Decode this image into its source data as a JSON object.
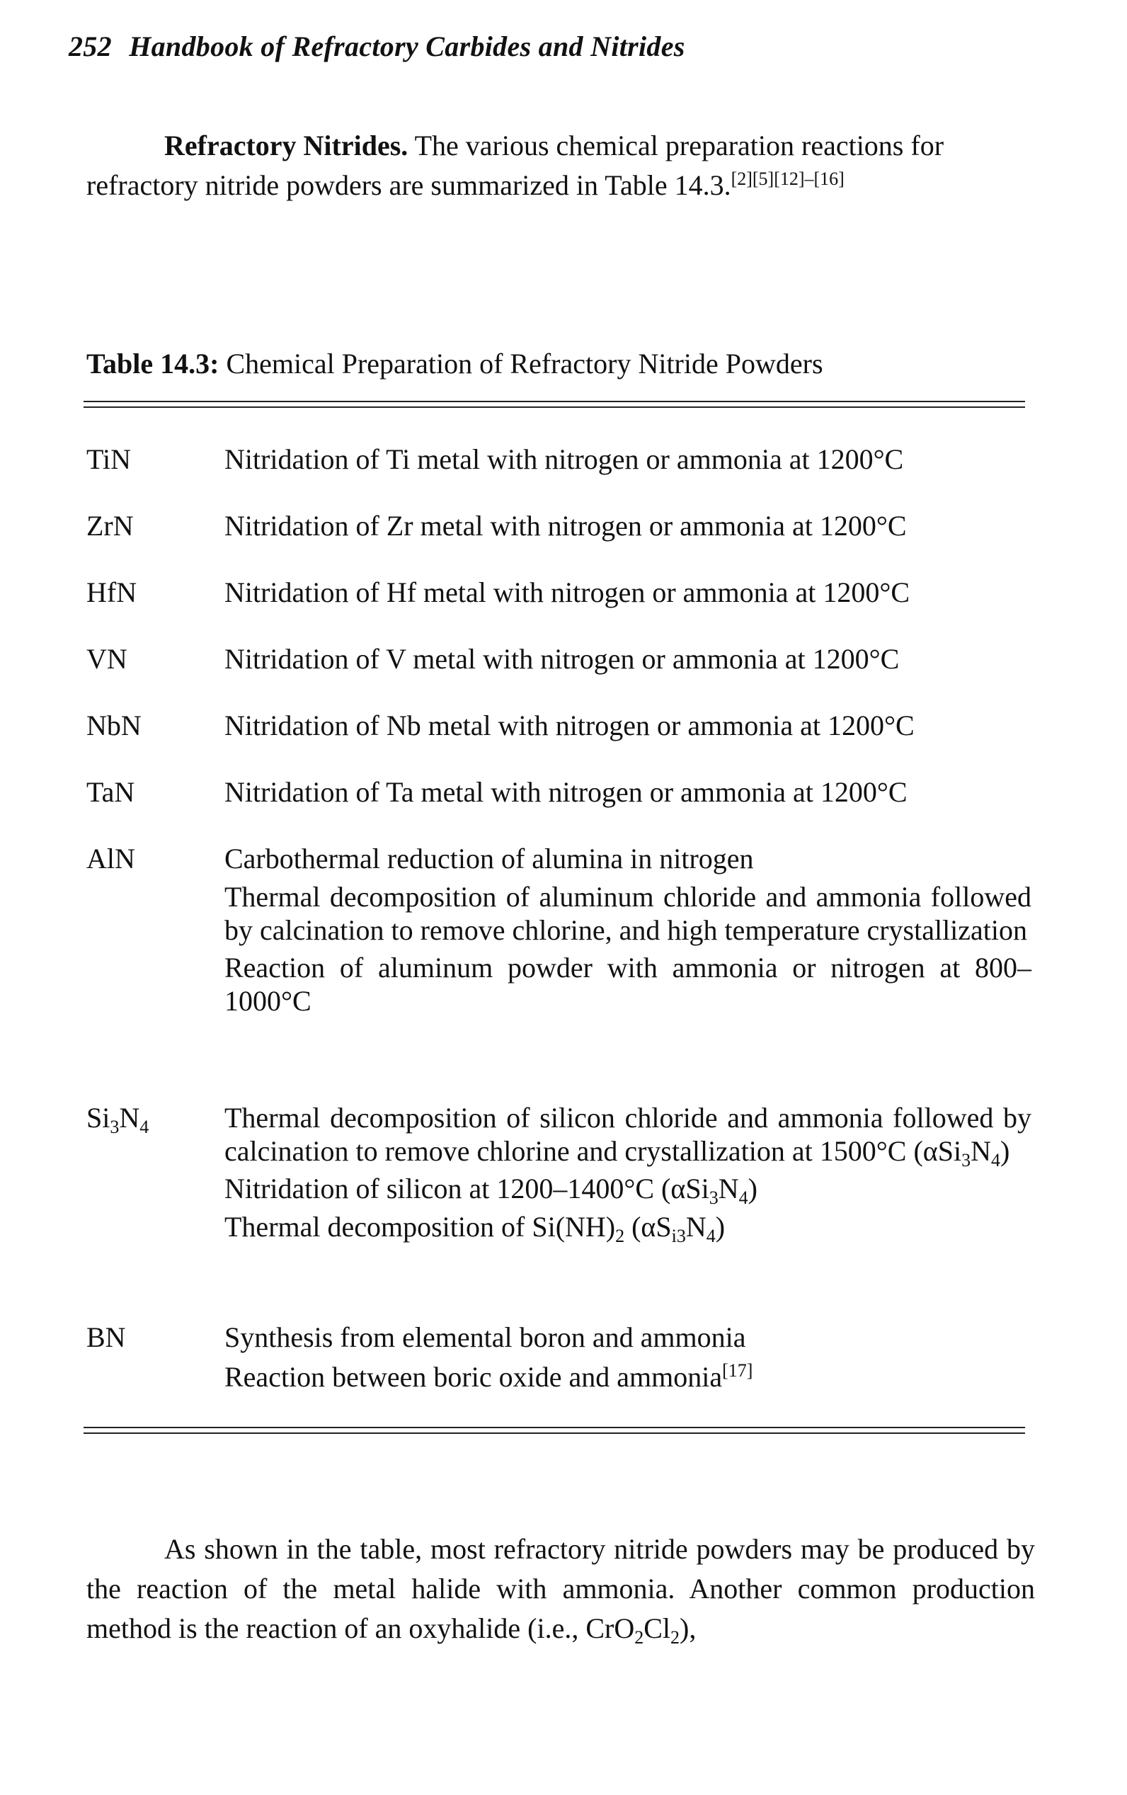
{
  "header": {
    "page_number": "252",
    "book_title": "Handbook of Refractory Carbides and Nitrides"
  },
  "intro": {
    "run_in": "Refractory Nitrides.",
    "text_line1": " The various chemical preparation reactions for",
    "text_line2": "refractory nitride powders are summarized in Table 14.3.",
    "refs": "[2][5][12]–[16]"
  },
  "table": {
    "label": "Table 14.3:",
    "title": "Chemical Preparation of Refractory Nitride Powders",
    "rows": [
      {
        "compound": "TiN",
        "methods": [
          "Nitridation of Ti metal with nitrogen or ammonia at 1200°C"
        ]
      },
      {
        "compound": "ZrN",
        "methods": [
          "Nitridation of Zr metal with nitrogen or ammonia at 1200°C"
        ]
      },
      {
        "compound": "HfN",
        "methods": [
          "Nitridation of Hf metal with nitrogen or ammonia at 1200°C"
        ]
      },
      {
        "compound": "VN",
        "methods": [
          "Nitridation of V metal with nitrogen or ammonia at 1200°C"
        ]
      },
      {
        "compound": "NbN",
        "methods": [
          "Nitridation of Nb metal with nitrogen or ammonia at 1200°C"
        ]
      },
      {
        "compound": "TaN",
        "methods": [
          "Nitridation of Ta metal with nitrogen or ammonia at 1200°C"
        ]
      },
      {
        "compound": "AlN",
        "methods": [
          "Carbothermal reduction of alumina in nitrogen",
          "Thermal decomposition of aluminum chloride and ammonia followed by calcination to remove chlorine, and high temperature crystallization",
          "Reaction of aluminum powder with ammonia or nitrogen at 800–1000°C"
        ]
      },
      {
        "compound_base": "Si",
        "compound_sub1": "3",
        "compound_mid": "N",
        "compound_sub2": "4",
        "methods_si": {
          "m1_text": "Thermal decomposition of silicon chloride and ammonia followed by calcination to remove chlorine and crystallization at 1500°C (αSi",
          "m1_sub1": "3",
          "m1_mid": "N",
          "m1_sub2": "4",
          "m1_end": ")",
          "m2_text": "Nitridation of silicon at 1200–1400°C (αSi",
          "m2_sub1": "3",
          "m2_mid": "N",
          "m2_sub2": "4",
          "m2_end": ")",
          "m3_text": "Thermal decomposition of Si(NH)",
          "m3_sub0": "2",
          "m3_mid0": " (αS",
          "m3_sub1": "i3",
          "m3_mid": "N",
          "m3_sub2": "4",
          "m3_end": ")"
        }
      },
      {
        "compound": "BN",
        "methods": [
          "Synthesis from elemental boron and ammonia",
          "Reaction between boric oxide and ammonia"
        ],
        "ref": "[17]"
      }
    ]
  },
  "outro": {
    "text_a": "As shown in the table, most refractory nitride powders may be produced by the reaction of the metal halide with ammonia.  Another common production method is the reaction of an oxyhalide (i.e., CrO",
    "sub1": "2",
    "mid": "Cl",
    "sub2": "2",
    "text_b": "),"
  }
}
